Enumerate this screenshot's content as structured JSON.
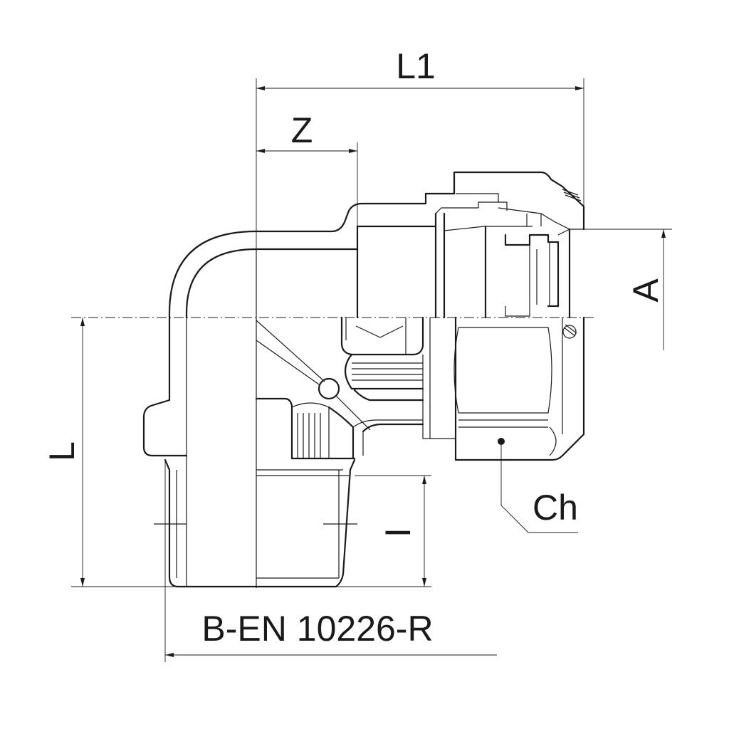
{
  "drawing": {
    "dimensions": {
      "l1": "L1",
      "z": "Z",
      "a": "A",
      "l": "L",
      "i": "I",
      "ch": "Ch"
    },
    "thread_standard": "B-EN 10226-R"
  }
}
